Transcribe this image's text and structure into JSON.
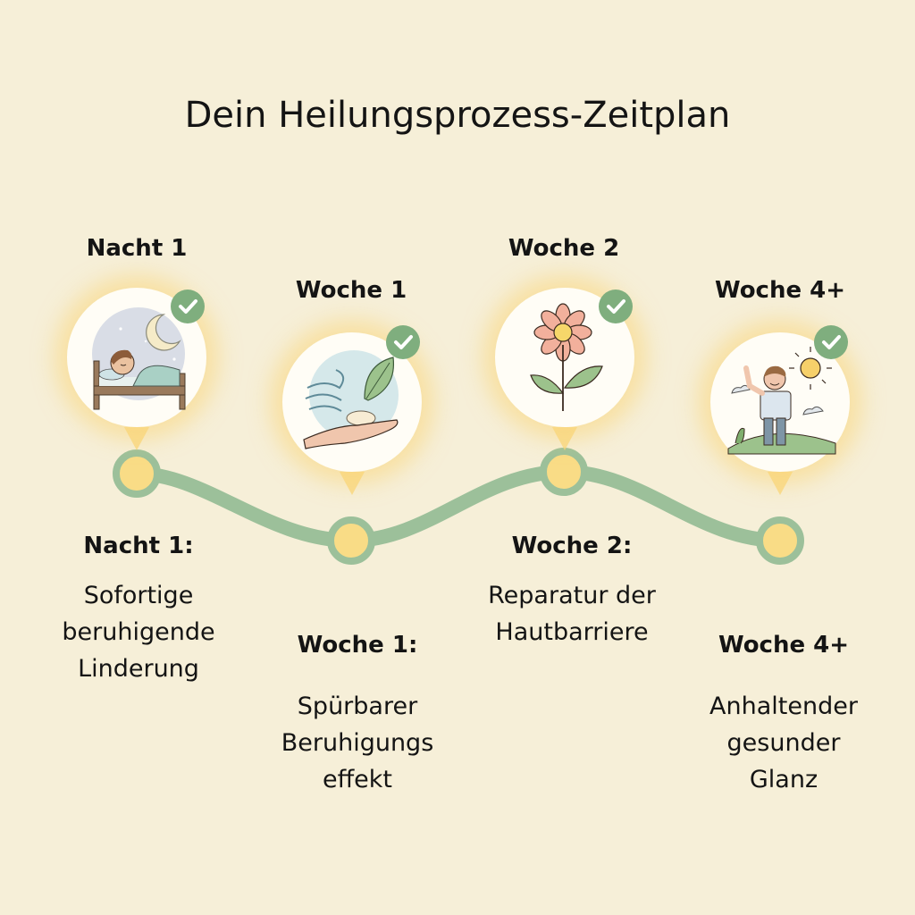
{
  "title": "Dein Heilungsprozess-Zeitplan",
  "colors": {
    "background": "#f6efd8",
    "timeline_green": "#9cc09a",
    "node_yellow": "#f9dc86",
    "check_green": "#7fae7e",
    "glow": "#f9d678"
  },
  "phases": [
    {
      "label": "Nacht 1",
      "icon": "sleeping-person-moon-icon",
      "caption_title": "Nacht 1:",
      "caption_lines": [
        "Sofortige",
        "beruhigende",
        "Linderung"
      ],
      "completed": true
    },
    {
      "label": "Woche 1",
      "icon": "hand-cream-leaf-breeze-icon",
      "caption_title": "Woche 1:",
      "caption_lines": [
        "Spürbarer",
        "Beruhigungs",
        "effekt"
      ],
      "completed": true
    },
    {
      "label": "Woche 2",
      "icon": "flower-icon",
      "caption_title": "Woche 2:",
      "caption_lines": [
        "Reparatur der",
        "Hautbarriere"
      ],
      "completed": true
    },
    {
      "label": "Woche 4+",
      "icon": "happy-person-sun-icon",
      "caption_title": "Woche 4+",
      "caption_lines": [
        "Anhaltender",
        "gesunder",
        "Glanz"
      ],
      "completed": true
    }
  ]
}
